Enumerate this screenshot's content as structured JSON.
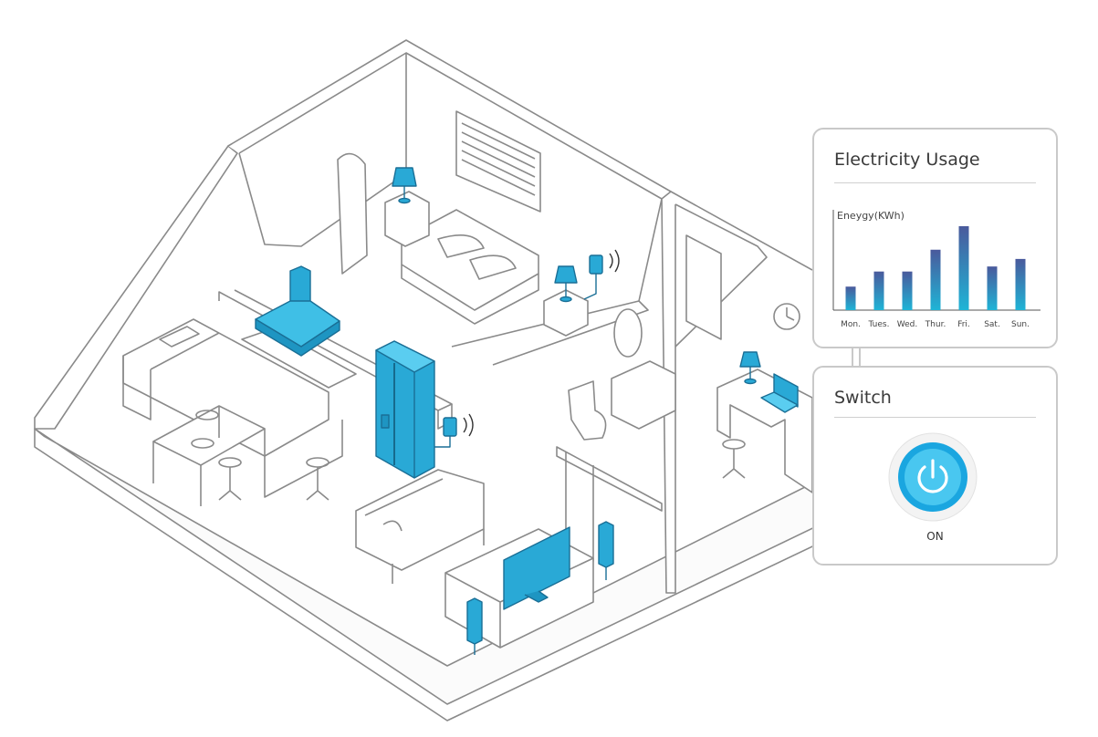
{
  "colors": {
    "line": "#8a8a8a",
    "appliance": "#29a9d6",
    "appliance_dark": "#1a6f96",
    "bar_top": "#4a5a9c",
    "bar_bottom": "#1fb4d6",
    "button_outer": "#1aa6e0",
    "button_inner": "#49c7f0"
  },
  "usage_panel": {
    "title": "Electricity Usage"
  },
  "switch_panel": {
    "title": "Switch",
    "power_icon": "power-icon",
    "state_label": "ON"
  },
  "chart_data": {
    "type": "bar",
    "ylabel": "Eneygy(KWh)",
    "categories": [
      "Mon.",
      "Tues.",
      "Wed.",
      "Thur.",
      "Fri.",
      "Sat.",
      "Sun."
    ],
    "values": [
      28,
      46,
      46,
      72,
      100,
      52,
      61
    ],
    "ylim": [
      0,
      100
    ],
    "grid": false
  },
  "scene": {
    "highlighted_devices": [
      "range-hood-icon",
      "refrigerator-icon",
      "tv-icon",
      "speaker-icon",
      "lamp-icon",
      "laptop-icon",
      "smart-plug-icon"
    ]
  }
}
